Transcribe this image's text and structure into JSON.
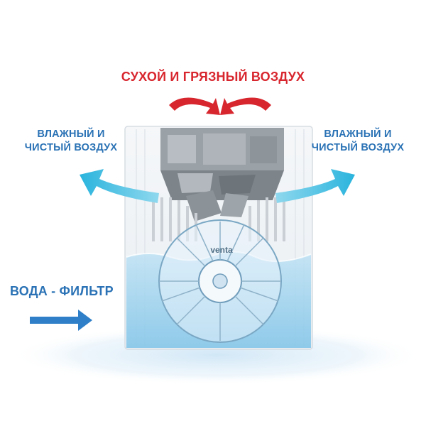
{
  "labels": {
    "top": "СУХОЙ И ГРЯЗНЫЙ ВОЗДУХ",
    "left": "ВЛАЖНЫЙ И\nЧИСТЫЙ ВОЗДУХ",
    "right": "ВЛАЖНЫЙ И\nЧИСТЫЙ ВОЗДУХ",
    "water": "ВОДА - ФИЛЬТР"
  },
  "brand": "venta",
  "colors": {
    "red": "#d8262e",
    "blue": "#2a72b5",
    "cyan": "#2fb8dd",
    "water_arrow": "#2f7fc8"
  },
  "icons": {
    "top_arrows": "curved-arrows-down-icon",
    "side_arrows": "curved-arrow-up-icon",
    "water_arrow": "arrow-right-icon"
  }
}
